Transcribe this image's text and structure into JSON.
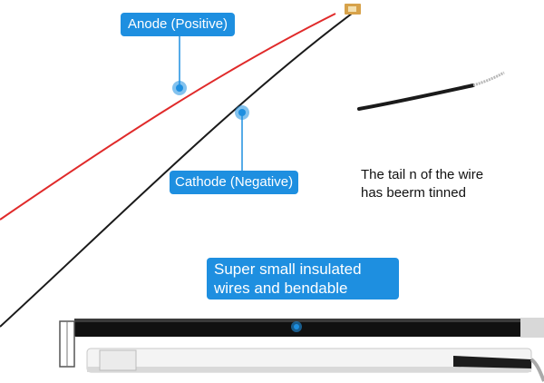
{
  "labels": {
    "anode": "Anode (Positive)",
    "cathode": "Cathode (Negative)",
    "tinned_line1": "The tail n of the wire",
    "tinned_line2": "has beerm tinned",
    "super_line1": "Super small insulated",
    "super_line2": "wires and bendable"
  },
  "colors": {
    "accent_label": "#1e8fe0",
    "red_wire": "#e02a2a",
    "black_wire": "#1a1a1a",
    "tinned_tip": "#b8b8b8",
    "led_chip": "#d7a24a"
  },
  "icons": {
    "marker": "blue-dot-marker",
    "product": "led-rod-photo"
  }
}
